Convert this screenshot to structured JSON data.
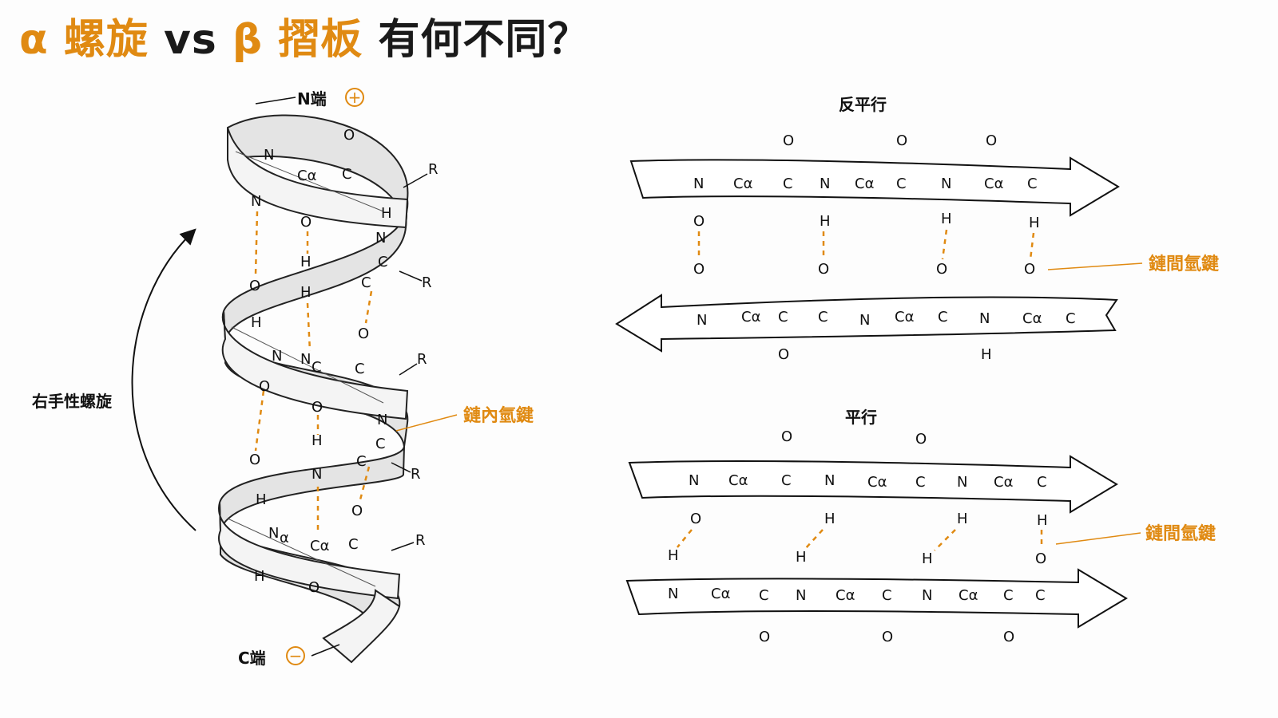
{
  "title": {
    "alpha": "α",
    "helix": "螺旋",
    "vs": " vs ",
    "beta": "β",
    "sheet": "摺板",
    "question": "有何不同？"
  },
  "helix": {
    "n_terminus": "N端",
    "c_terminus": "C端",
    "plus_symbol": "+",
    "minus_symbol": "−",
    "handedness": "右手性螺旋",
    "intra_hbond": "鏈內氫鍵"
  },
  "sheet": {
    "antiparallel": "反平行",
    "parallel": "平行",
    "inter_hbond": "鏈間氫鍵"
  },
  "atoms": {
    "N": "N",
    "C": "C",
    "Ca": "Cα",
    "O": "O",
    "H": "H",
    "R": "R"
  },
  "colors": {
    "accent": "#e08a12",
    "ink": "#1a1a1a",
    "background": "#fdfdfd"
  }
}
